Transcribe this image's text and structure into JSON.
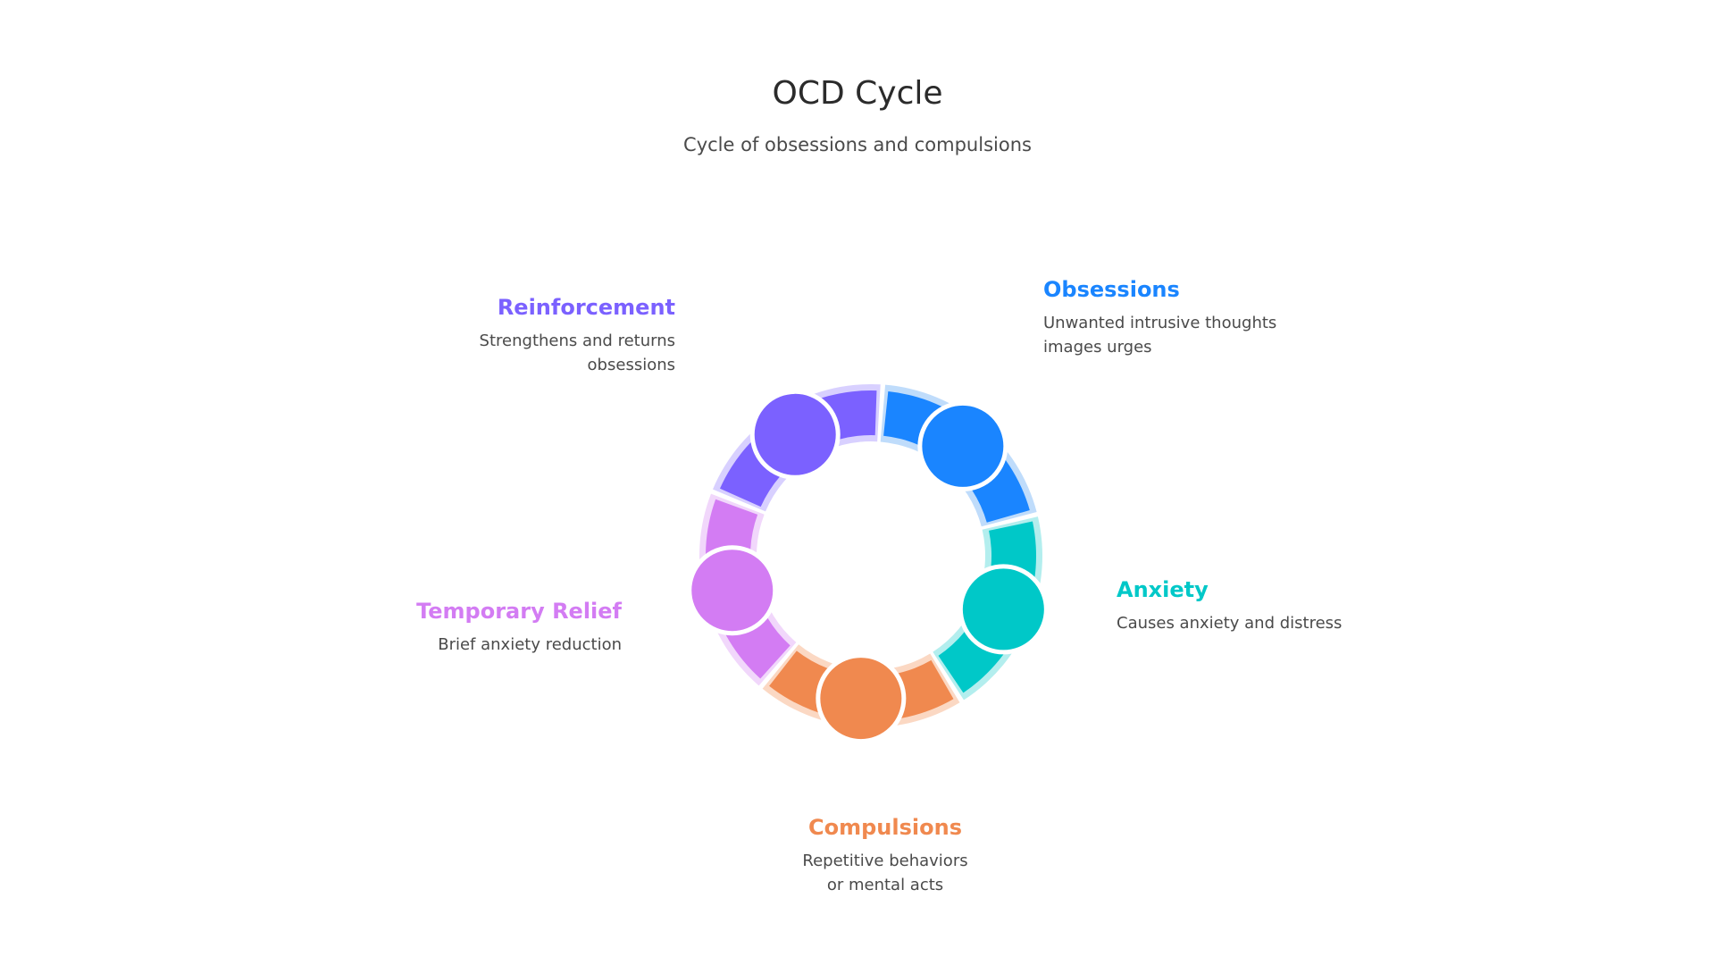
{
  "header": {
    "title": "OCD Cycle",
    "subtitle": "Cycle of obsessions and compulsions"
  },
  "stages": [
    {
      "name": "Obsessions",
      "description": "Unwanted intrusive thoughts images urges",
      "color": "#1a85ff",
      "light": "#bfdcfb"
    },
    {
      "name": "Anxiety",
      "description": "Causes anxiety and distress",
      "color": "#00c8c8",
      "light": "#b3eeee"
    },
    {
      "name": "Compulsions",
      "description": "Repetitive behaviors or mental acts",
      "color": "#f0894f",
      "light": "#fbd8c3"
    },
    {
      "name": "Temporary Relief",
      "description": "Brief anxiety reduction",
      "color": "#d37cf3",
      "light": "#f1d7fb"
    },
    {
      "name": "Reinforcement",
      "description": "Strengthens and returns obsessions",
      "color": "#7b61ff",
      "light": "#d8d0ff"
    }
  ]
}
